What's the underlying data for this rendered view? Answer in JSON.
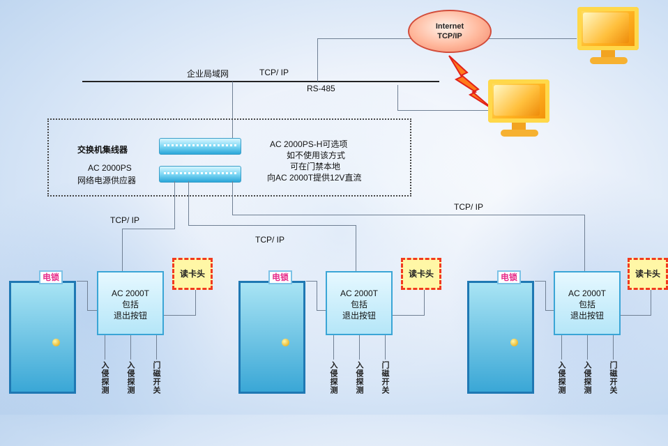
{
  "network": {
    "lan_label": "企业局域网",
    "tcpip_top": "TCP/ IP",
    "rs485": "RS-485",
    "internet_l1": "Internet",
    "internet_l2": "TCP/IP"
  },
  "center": {
    "switch_label": "交换机集线器",
    "psu_label_l1": "AC 2000PS",
    "psu_label_l2": "网络电源供应器",
    "note_l1": "AC 2000PS-H可选项",
    "note_l2": "如不使用该方式",
    "note_l3": "可在门禁本地",
    "note_l4": "向AC 2000T提供12V直流"
  },
  "links": {
    "tcpip_left": "TCP/ IP",
    "tcpip_mid": "TCP/ IP",
    "tcpip_right": "TCP/ IP"
  },
  "units": [
    {
      "lock": "电锁",
      "ctrl_l1": "AC 2000T",
      "ctrl_l2": "包括",
      "ctrl_l3": "退出按钮",
      "reader": "读卡头",
      "in1": "入侵探测",
      "in2": "入侵探测",
      "in3": "门磁开关"
    },
    {
      "lock": "电锁",
      "ctrl_l1": "AC 2000T",
      "ctrl_l2": "包括",
      "ctrl_l3": "退出按钮",
      "reader": "读卡头",
      "in1": "入侵探测",
      "in2": "入侵探测",
      "in3": "门磁开关"
    },
    {
      "lock": "电锁",
      "ctrl_l1": "AC 2000T",
      "ctrl_l2": "包括",
      "ctrl_l3": "退出按钮",
      "reader": "读卡头",
      "in1": "入侵探测",
      "in2": "入侵探测",
      "in3": "门磁开关"
    }
  ]
}
